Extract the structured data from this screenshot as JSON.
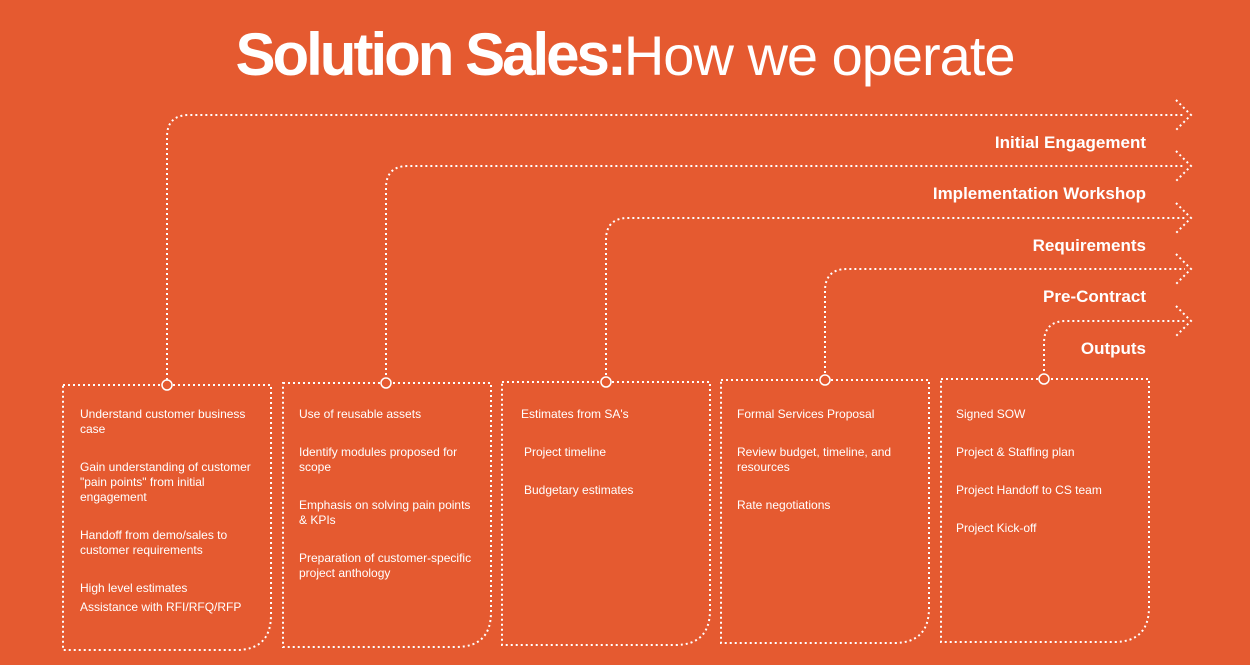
{
  "title": {
    "bold": "Solution Sales:",
    "light": "How we operate"
  },
  "stages": [
    "Initial Engagement",
    "Implementation Workshop",
    "Requirements",
    "Pre-Contract",
    "Outputs"
  ],
  "boxes": [
    [
      "Understand customer business case",
      "Gain understanding of customer \"pain points\" from initial engagement",
      "Handoff from demo/sales to customer requirements",
      "High level estimates",
      "Assistance with RFI/RFQ/RFP"
    ],
    [
      "Use of reusable assets",
      "Identify modules proposed for scope",
      "Emphasis on solving pain points & KPIs",
      "Preparation of customer-specific project anthology"
    ],
    [
      "Estimates from SA's",
      "Project timeline",
      "Budgetary estimates"
    ],
    [
      "Formal Services Proposal",
      "Review budget, timeline, and resources",
      "Rate negotiations"
    ],
    [
      "Signed SOW",
      "Project & Staffing plan",
      "Project Handoff to CS team",
      "Project Kick-off"
    ]
  ]
}
